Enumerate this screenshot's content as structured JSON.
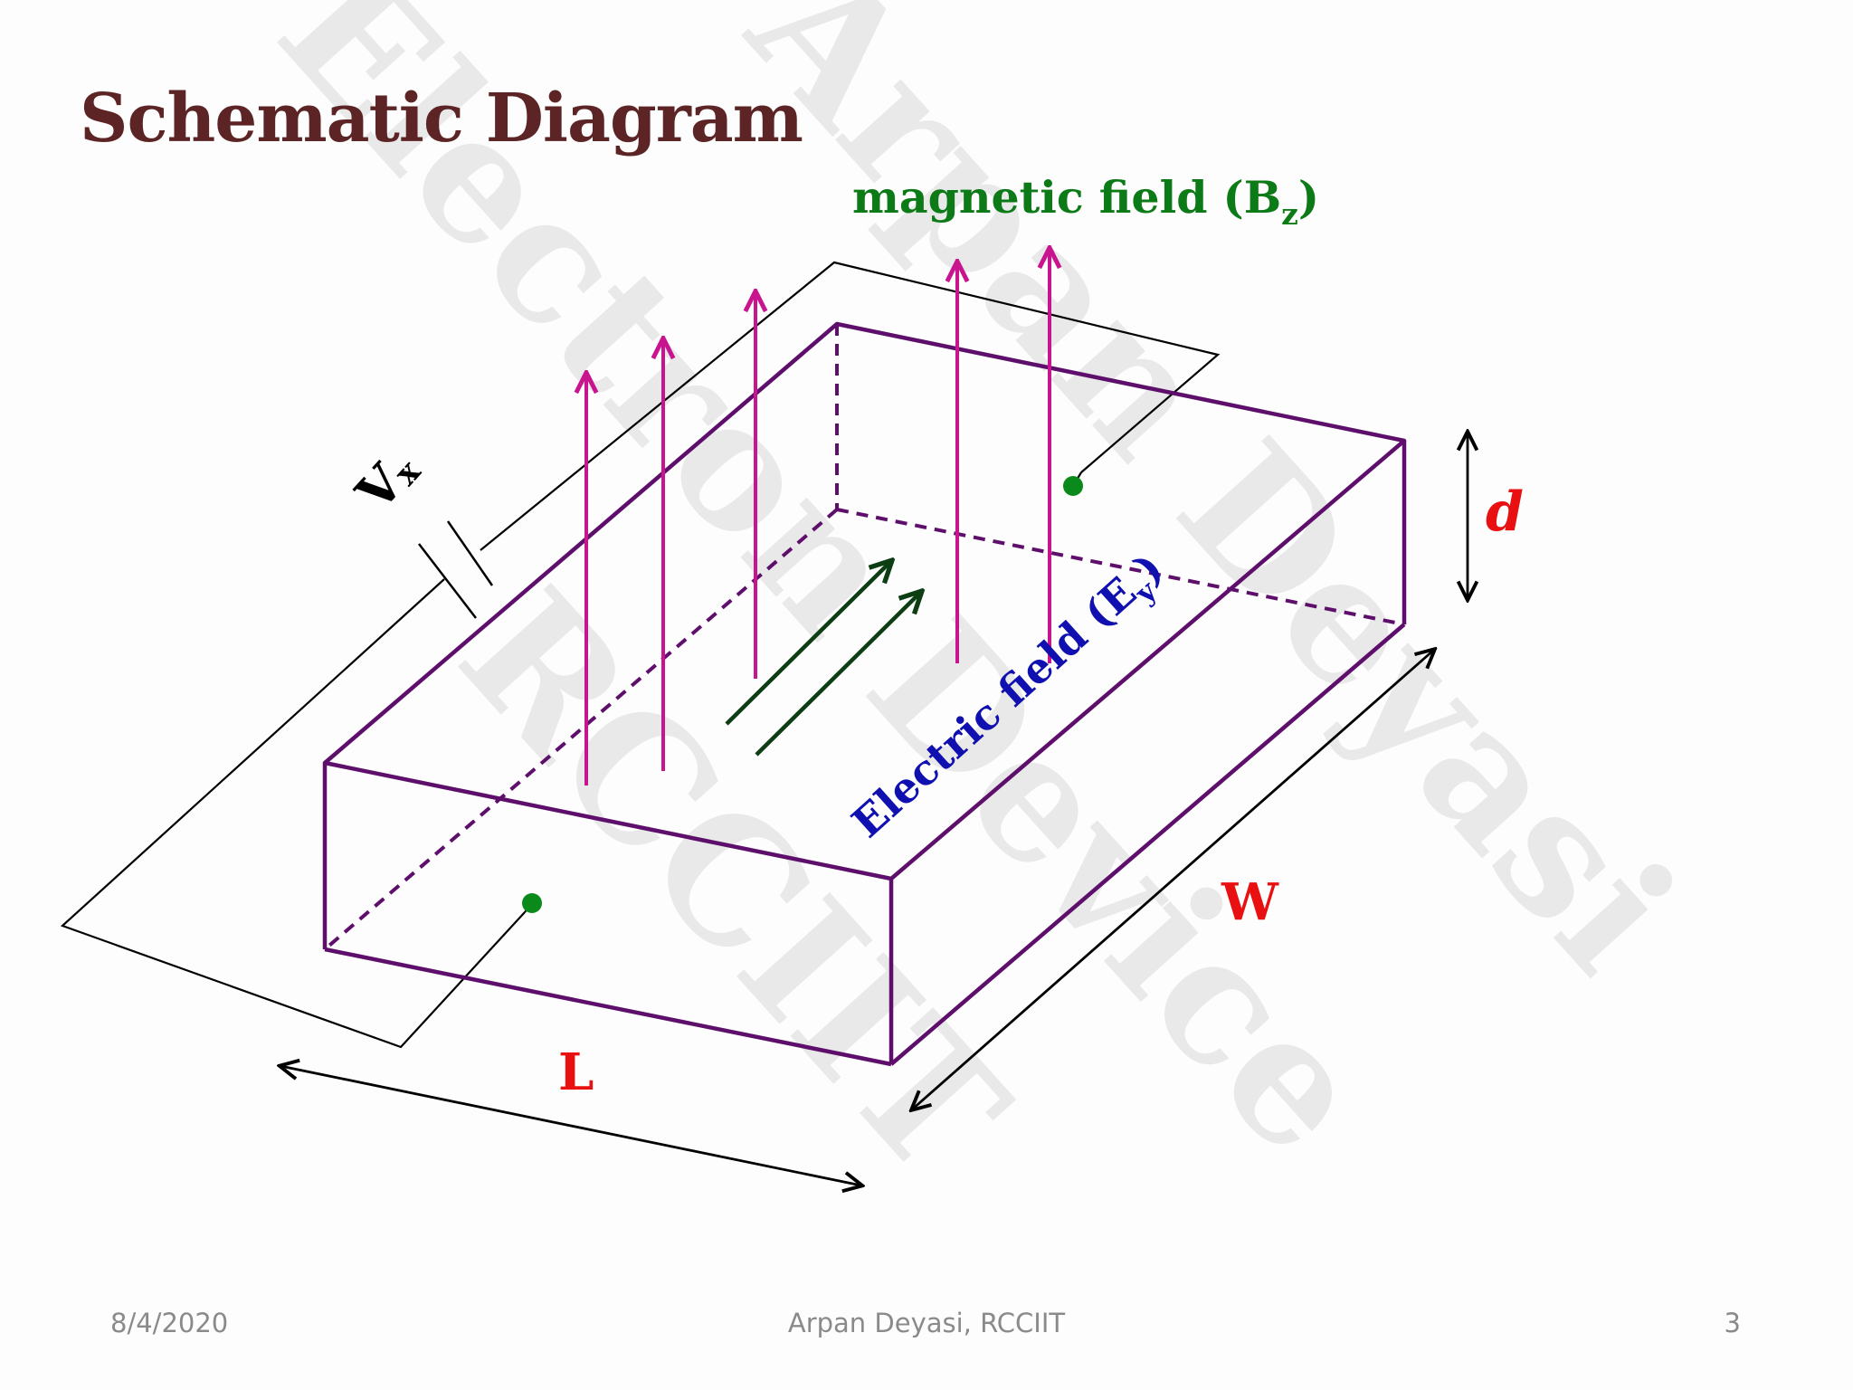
{
  "title": "Schematic Diagram",
  "labels": {
    "magnetic_field_main": "magnetic field (B",
    "magnetic_field_sub": "z",
    "magnetic_field_close": ")",
    "electric_field_main": "Electric field (E",
    "electric_field_sub": "y",
    "electric_field_close": ")",
    "voltage_main": "V",
    "voltage_sub": "x",
    "length": "L",
    "width": "W",
    "thickness": "d"
  },
  "watermark": {
    "line1": "Arpan Deyasi",
    "line2": "Electron Device",
    "line3": "RCCIIT"
  },
  "footer": {
    "date": "8/4/2020",
    "author": "Arpan Deyasi, RCCIIT",
    "page": "3"
  },
  "colors": {
    "title": "#5c2424",
    "slab_edges": "#5e0f6b",
    "magnetic_arrows": "#c8148f",
    "electric_arrows": "#0d3d12",
    "magnetic_label": "#0c7a17",
    "electric_label": "#1010b0",
    "dimension_labels": "#e81010",
    "contact_dots": "#0a8a1a",
    "wires": "#000000"
  }
}
